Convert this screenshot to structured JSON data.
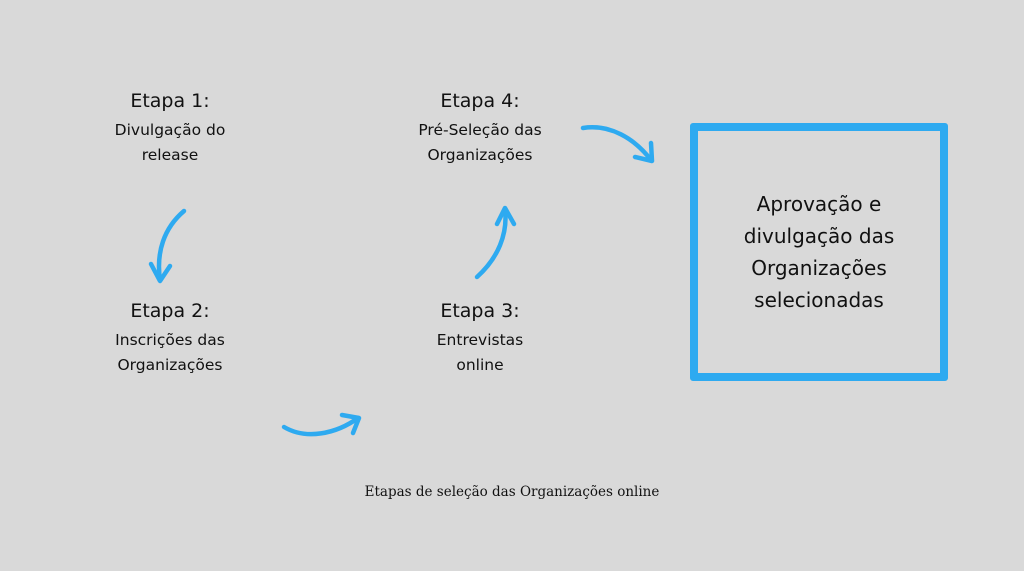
{
  "diagram": {
    "steps": [
      {
        "title": "Etapa 1:",
        "description": "Divulgação do\nrelease"
      },
      {
        "title": "Etapa 2:",
        "description": "Inscrições das\nOrganizações"
      },
      {
        "title": "Etapa 3:",
        "description": "Entrevistas\nonline"
      },
      {
        "title": "Etapa 4:",
        "description": "Pré-Seleção das\nOrganizações"
      }
    ],
    "final": {
      "text": "Aprovação e\ndivulgação das\nOrganizações\nselecionadas"
    },
    "caption": "Etapas de seleção das Organizações online",
    "colors": {
      "accent": "#2eaaf0",
      "background": "#d9d9d9",
      "text": "#111111"
    }
  }
}
